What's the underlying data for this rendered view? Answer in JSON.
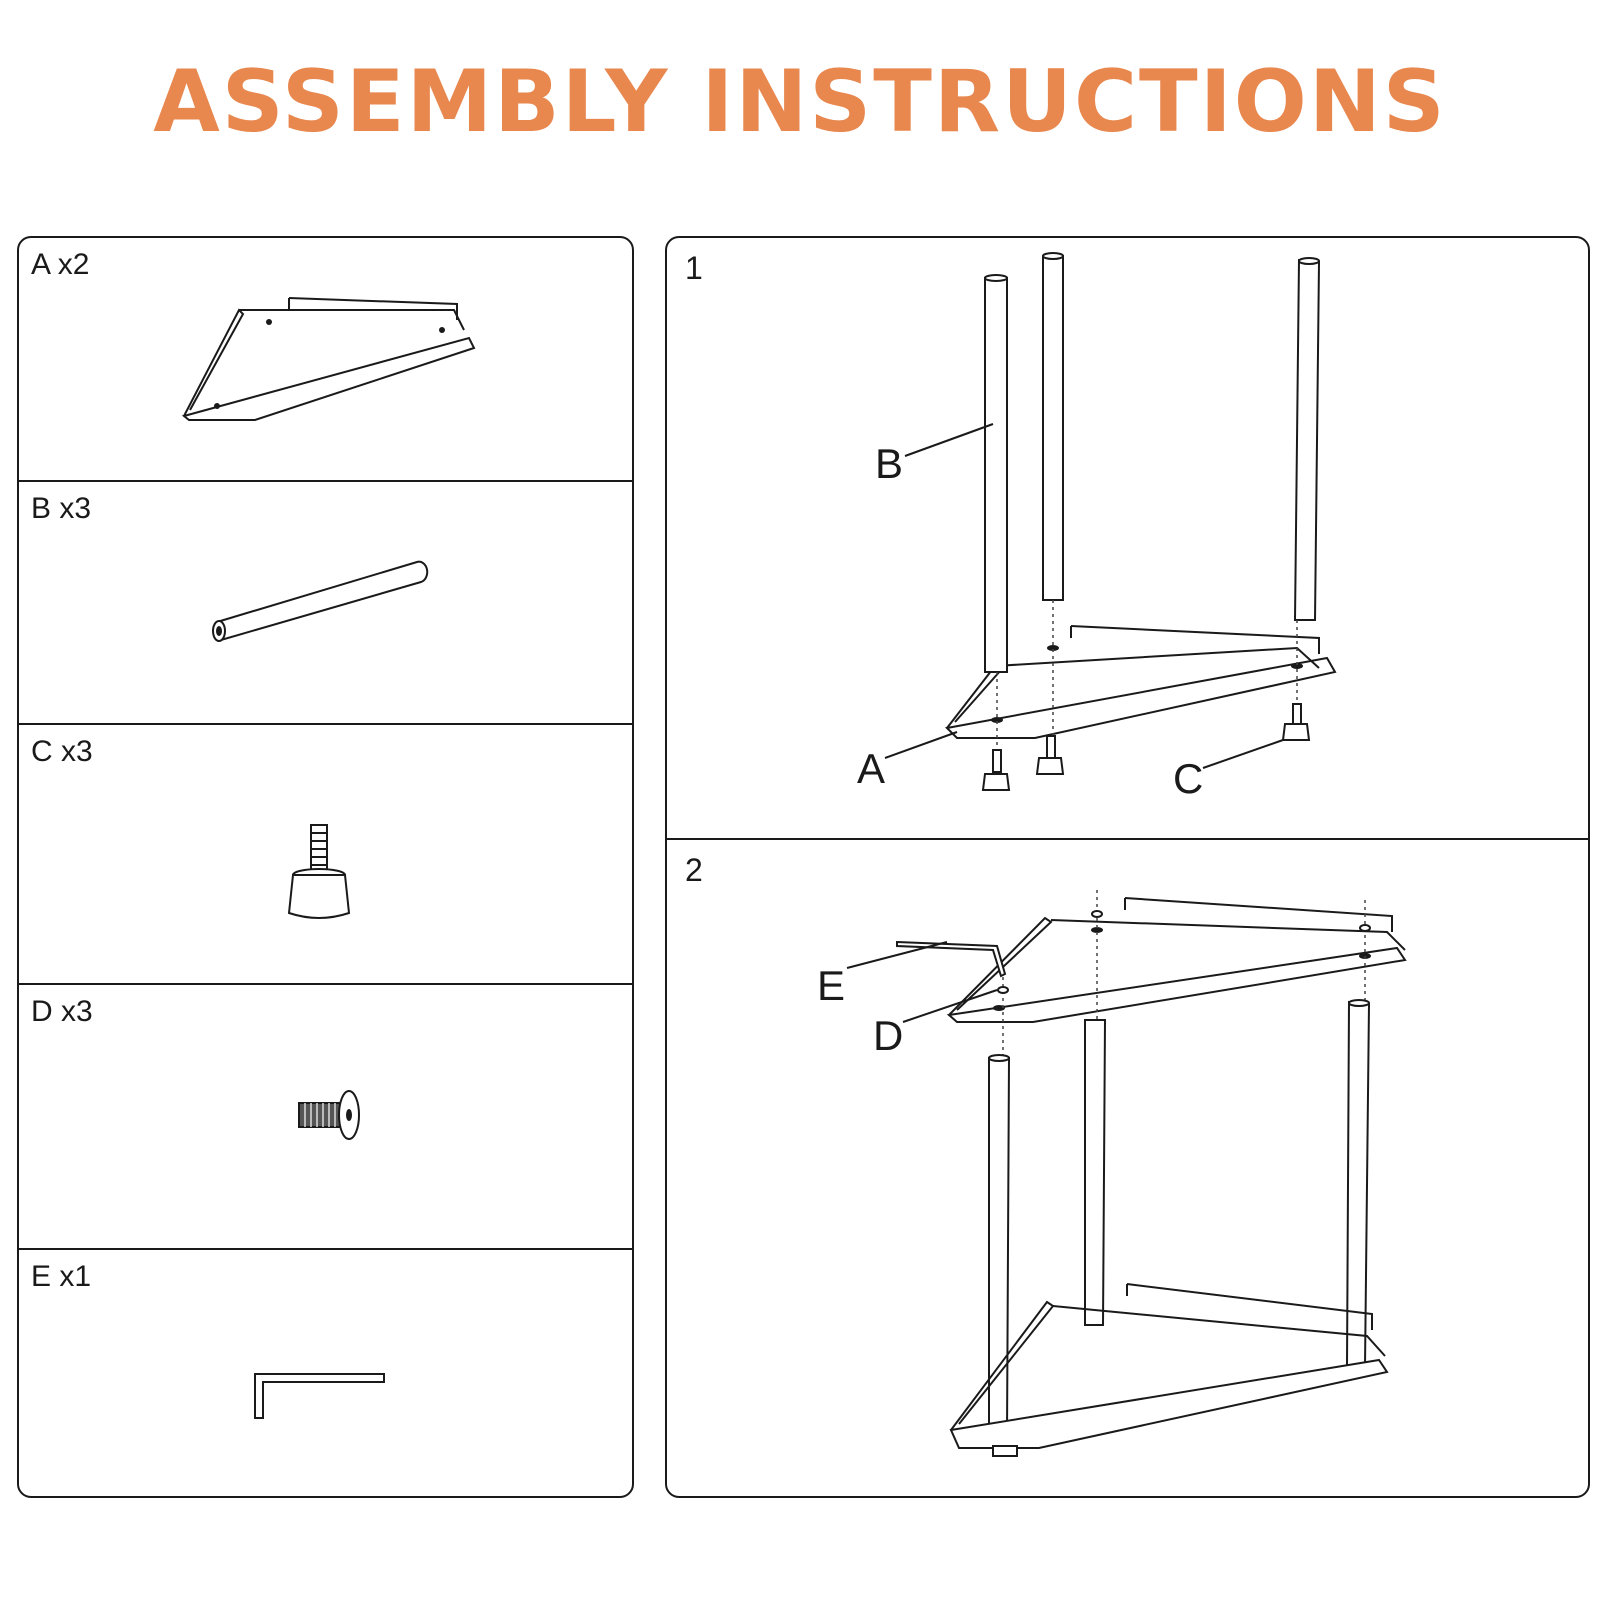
{
  "title": "ASSEMBLY INSTRUCTIONS",
  "colors": {
    "title": "#e8874e",
    "line": "#1a1a1a"
  },
  "parts": [
    {
      "label": "A x2",
      "icon": "shelf-icon"
    },
    {
      "label": "B x3",
      "icon": "pole-icon"
    },
    {
      "label": "C x3",
      "icon": "foot-icon"
    },
    {
      "label": "D x3",
      "icon": "screw-icon"
    },
    {
      "label": "E x1",
      "icon": "allen-key-icon"
    }
  ],
  "steps": [
    {
      "number": "1",
      "callouts": [
        "B",
        "A",
        "C"
      ]
    },
    {
      "number": "2",
      "callouts": [
        "E",
        "D"
      ]
    }
  ]
}
